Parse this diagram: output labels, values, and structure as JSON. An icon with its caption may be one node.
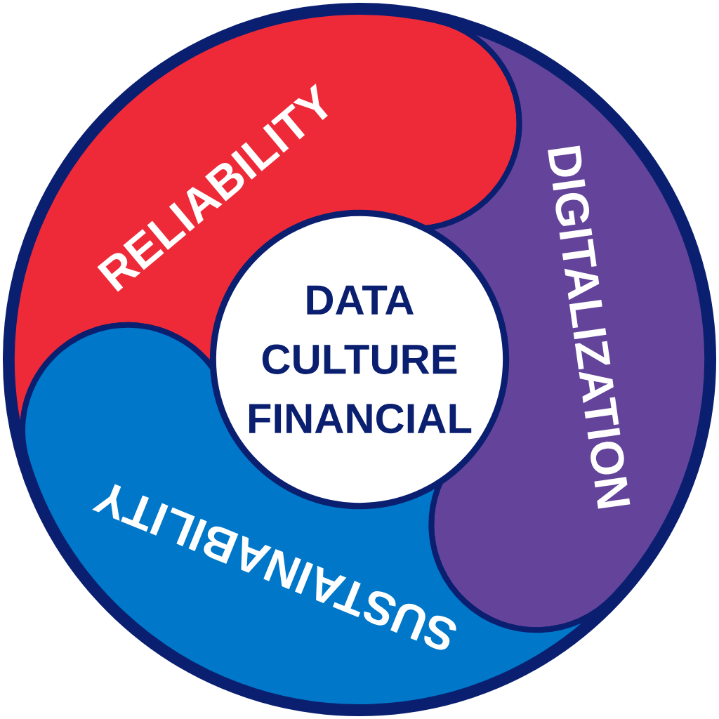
{
  "diagram": {
    "nodes": [
      {
        "text": [
          "RELIABILITY"
        ]
      },
      {
        "text": [
          "DIGITALIZATION"
        ]
      },
      {
        "text": [
          "SUSTAINABILITY"
        ]
      },
      {
        "text": [
          "DATA",
          "CULTURE",
          "FINANCIAL"
        ]
      }
    ],
    "edges": []
  }
}
